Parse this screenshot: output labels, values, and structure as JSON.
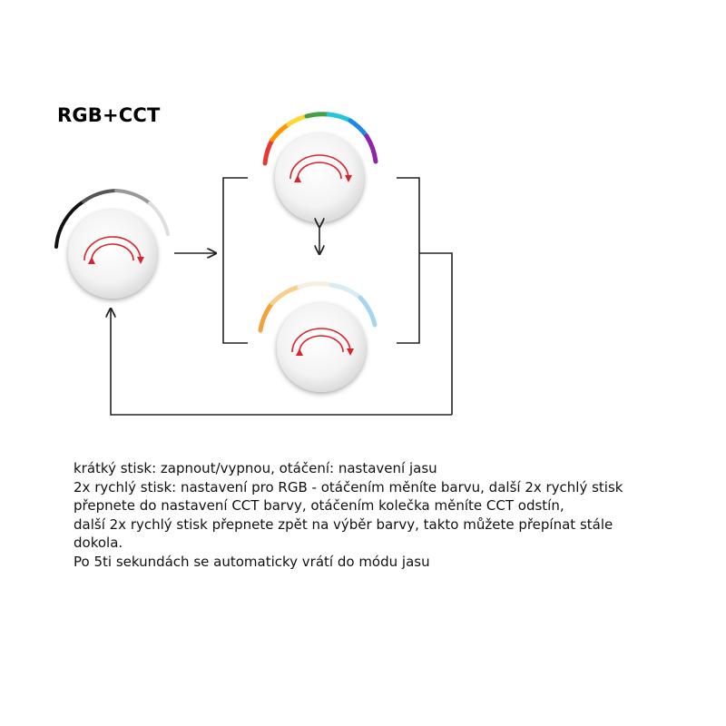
{
  "title": "RGB+CCT",
  "instructions": [
    "krátký stisk: zapnout/vypnou, otáčení: nastavení jasu",
    "2x rychlý stisk: nastavení pro RGB - otáčením měníte barvu, další 2x rychlý stisk",
    "přepnete do nastavení CCT barvy, otáčením kolečka měníte CCT odstín,",
    "další 2x rychlý stisk přepnete zpět na výběr barvy, takto můžete přepínat stále",
    "dokola.",
    "Po 5ti sekundách se automaticky vrátí do módu jasu"
  ],
  "colors": {
    "rotation_arrow": "#d8232a",
    "connector": "#222222",
    "knob_face": "#f2f2f2",
    "knob_shadow": "#d9d9d9"
  },
  "knobs": [
    {
      "name": "brightness-knob",
      "arc": "grayscale-arc"
    },
    {
      "name": "rgb-knob",
      "arc": "rainbow-arc"
    },
    {
      "name": "cct-knob",
      "arc": "warm-cool-white-arc"
    }
  ]
}
